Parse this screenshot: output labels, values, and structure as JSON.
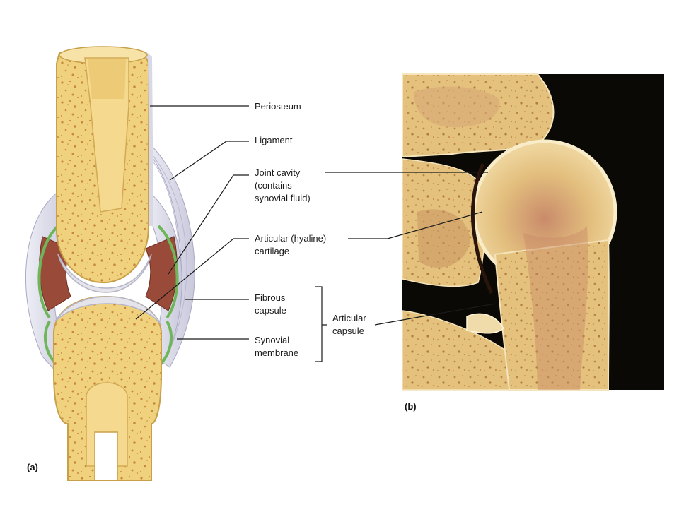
{
  "panel_a": {
    "panel_label": "(a)",
    "labels": {
      "periosteum": "Periosteum",
      "ligament": "Ligament",
      "joint_cavity": [
        "Joint cavity",
        "(contains",
        "synovial fluid)"
      ],
      "articular_cartilage": [
        "Articular (hyaline)",
        "cartilage"
      ],
      "fibrous_capsule": [
        "Fibrous",
        "capsule"
      ],
      "synovial_membrane": [
        "Synovial",
        "membrane"
      ],
      "articular_capsule": [
        "Articular",
        "capsule"
      ]
    }
  },
  "panel_b": {
    "panel_label": "(b)",
    "background_color": "#0b0905"
  },
  "colors": {
    "bone": "#f0d27e",
    "bone_edge": "#c8a04a",
    "marrow_speckle": "#c9893c",
    "cartilage": "#e4e4ea",
    "synovial_membrane": "#8fc97a",
    "cavity": "#9a4a38",
    "capsule": "#d8d8e6"
  }
}
